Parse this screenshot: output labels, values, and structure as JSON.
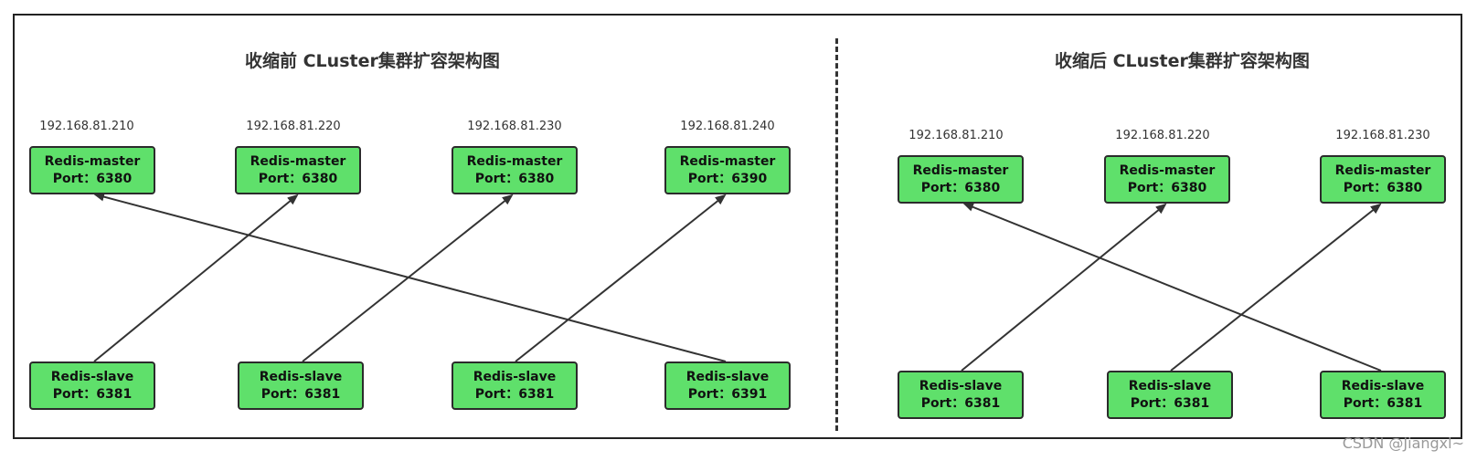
{
  "left_panel": {
    "title": "收缩前 CLuster集群扩容架构图",
    "masters": [
      {
        "ip": "192.168.81.210",
        "role": "Redis-master",
        "port": "Port：6380"
      },
      {
        "ip": "192.168.81.220",
        "role": "Redis-master",
        "port": "Port：6380"
      },
      {
        "ip": "192.168.81.230",
        "role": "Redis-master",
        "port": "Port：6380"
      },
      {
        "ip": "192.168.81.240",
        "role": "Redis-master",
        "port": "Port：6390"
      }
    ],
    "slaves": [
      {
        "role": "Redis-slave",
        "port": "Port：6381"
      },
      {
        "role": "Redis-slave",
        "port": "Port：6381"
      },
      {
        "role": "Redis-slave",
        "port": "Port：6381"
      },
      {
        "role": "Redis-slave",
        "port": "Port：6391"
      }
    ]
  },
  "right_panel": {
    "title": "收缩后 CLuster集群扩容架构图",
    "masters": [
      {
        "ip": "192.168.81.210",
        "role": "Redis-master",
        "port": "Port：6380"
      },
      {
        "ip": "192.168.81.220",
        "role": "Redis-master",
        "port": "Port：6380"
      },
      {
        "ip": "192.168.81.230",
        "role": "Redis-master",
        "port": "Port：6380"
      }
    ],
    "slaves": [
      {
        "role": "Redis-slave",
        "port": "Port：6381"
      },
      {
        "role": "Redis-slave",
        "port": "Port：6381"
      },
      {
        "role": "Redis-slave",
        "port": "Port：6381"
      }
    ]
  },
  "watermark": "CSDN @Jiangxl~",
  "colors": {
    "node_fill": "#5fe06b",
    "node_border": "#2b2b2b",
    "arrow": "#333333"
  }
}
